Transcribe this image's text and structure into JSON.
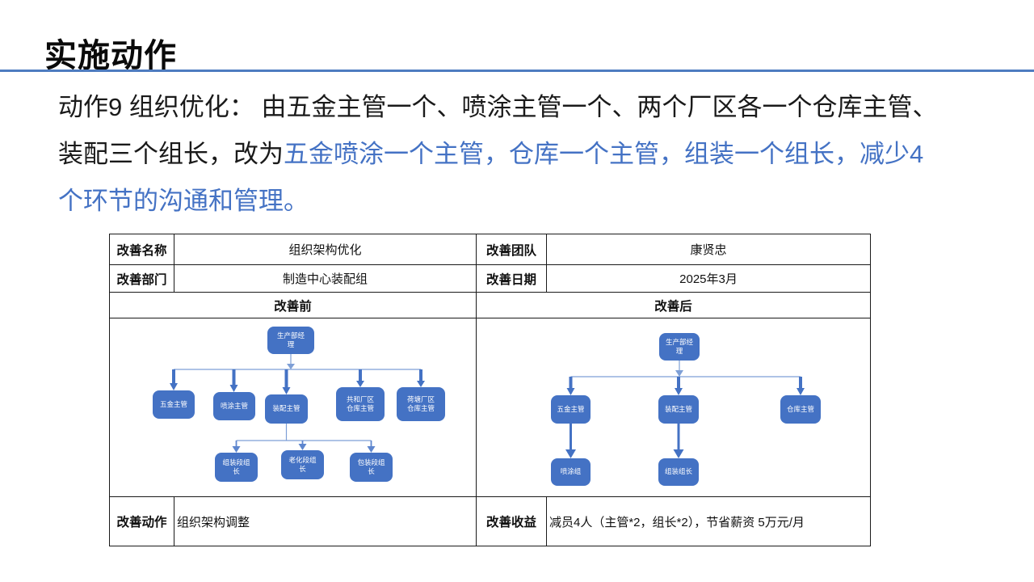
{
  "title": "实施动作",
  "paragraph": {
    "line1_black": "动作9 组织优化： 由五金主管一个、喷涂主管一个、两个厂区各一个仓库主管、",
    "line2_black": "装配三个组长，改为",
    "line2_blue": "五金喷涂一个主管，仓库一个主管，组装一个组长，减少4",
    "line3_blue": "个环节的沟通和管理。",
    "highlight_color": "#4472C4"
  },
  "table": {
    "improve_name_label": "改善名称",
    "improve_name_value": "组织架构优化",
    "team_label": "改善团队",
    "team_value": "康贤忠",
    "dept_label": "改善部门",
    "dept_value": "制造中心装配组",
    "date_label": "改善日期",
    "date_value": "2025年3月",
    "before_label": "改善前",
    "after_label": "改善后",
    "action_label": "改善动作",
    "action_value": "组织架构调整",
    "benefit_label": "改善收益",
    "benefit_value": "减员4人（主管*2，组长*2），节省薪资 5万元/月"
  },
  "org_before": {
    "nodes": {
      "pm": "生产部经\n理",
      "hardware": "五金主管",
      "spray": "喷涂主管",
      "assembly": "装配主管",
      "warehouse1": "共和厂区\n仓库主管",
      "warehouse2": "荷塘厂区\n仓库主管",
      "group1": "组装段组\n长",
      "group2": "老化段组\n长",
      "group3": "包装段组\n长"
    }
  },
  "org_after": {
    "nodes": {
      "pm": "生产部经\n理",
      "hardware": "五金主管",
      "assembly": "装配主管",
      "warehouse": "仓库主管",
      "spray_group": "喷涂组",
      "assembly_group": "组装组长"
    }
  },
  "colors": {
    "accent_blue": "#4472C4",
    "node_fill": "#4472C4",
    "connector_light": "#7E9FD6",
    "title_rule": "#4E7CC0"
  }
}
